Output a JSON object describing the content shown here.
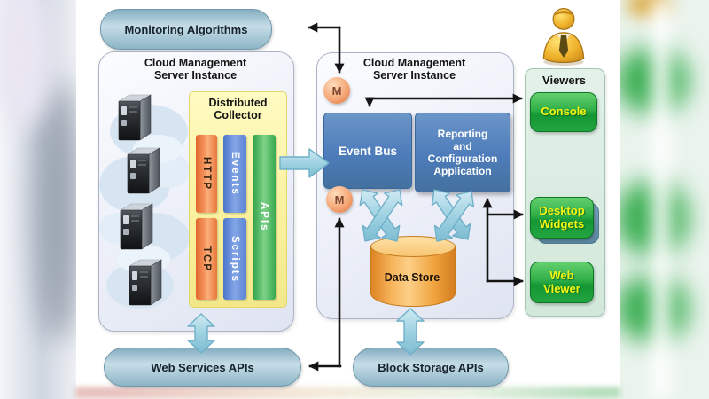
{
  "monitoring": {
    "label": "Monitoring Algorithms"
  },
  "left_panel": {
    "title": "Cloud Management Server Instance",
    "collector": {
      "title": "Distributed Collector",
      "bars": {
        "http": "HTTP",
        "tcp": "TCP",
        "events": "Events",
        "scripts": "Scripts",
        "apis": "APIs"
      }
    }
  },
  "middle_panel": {
    "title": "Cloud Management Server Instance",
    "event_bus": "Event Bus",
    "reporting_lines": [
      "Reporting",
      "and",
      "Configuration",
      "Application"
    ],
    "data_store": "Data Store",
    "monitor_badge": "M"
  },
  "viewers": {
    "title": "Viewers",
    "console": "Console",
    "desktop_widgets": "Desktop Widgets",
    "web_viewer": "Web Viewer"
  },
  "bottom": {
    "web_services": "Web Services APIs",
    "block_storage": "Block Storage APIs"
  },
  "icons": {
    "user_icon": "business-person",
    "server_icon": "server-tower",
    "cloud_icon": "cloud",
    "m_badge_icon": "monitoring-agent-sphere",
    "data_store_icon": "database-cylinder"
  },
  "colors": {
    "pill_blue": "#9cc1d3",
    "process_blue": "#4d7cba",
    "collector_yellow": "#faf2a0",
    "bar_orange": "#f79a62",
    "bar_blue": "#6b92dd",
    "bar_green": "#55bd5f",
    "data_store_orange": "#f0a440",
    "green_button": "#2fae47",
    "button_text_yellow": "#f5f513",
    "teal_arrow": "#a6d6e5",
    "m_circle_orange": "#f5a878",
    "viewers_mint": "#d9ecdf",
    "connector_black": "#141414"
  }
}
